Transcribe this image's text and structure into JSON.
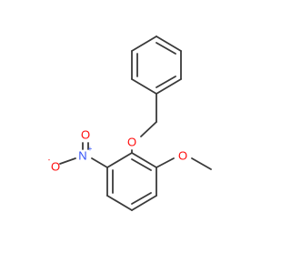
{
  "molecule": {
    "atoms": {
      "ether_oxygen": "O",
      "methoxy_oxygen": "O",
      "nitro_nitrogen": "N",
      "nitro_plus": "+",
      "nitro_oxygen_top": "O",
      "nitro_oxygen_left": "O",
      "nitro_minus": "-"
    },
    "colors": {
      "bond": "#3a3a3a",
      "oxygen": "#ff0d0d",
      "nitrogen": "#3050f8"
    }
  }
}
